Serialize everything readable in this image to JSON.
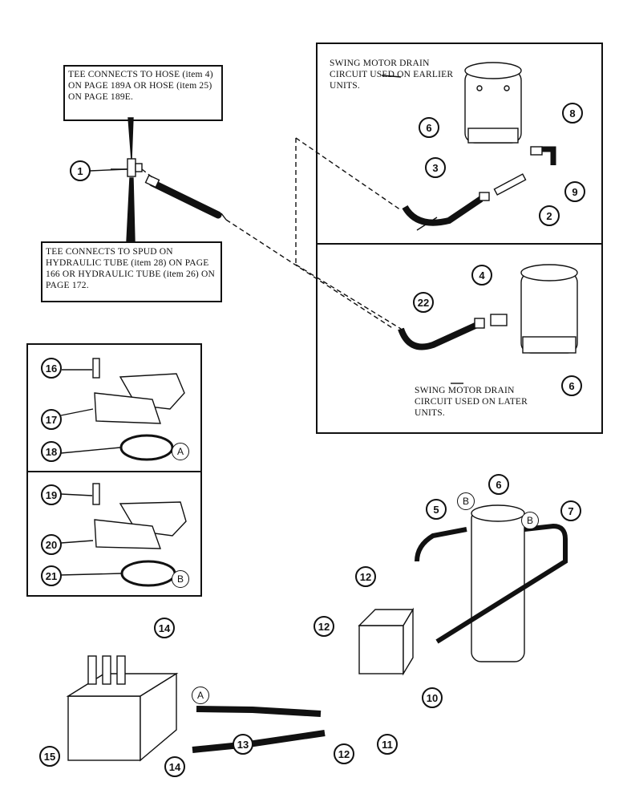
{
  "notes": {
    "tee_hose": "TEE CONNECTS TO HOSE (item 4) ON PAGE 189A OR HOSE (item 25) ON PAGE 189E.",
    "tee_spud": "TEE CONNECTS TO SPUD ON HYDRAULIC TUBE (item 28) ON PAGE 166 OR HYDRAULIC TUBE (item 26) ON PAGE 172.",
    "earlier_units": "SWING MOTOR DRAIN CIRCUIT USED ON EARLIER UNITS.",
    "later_units": "SWING MOTOR DRAIN CIRCUIT USED ON LATER UNITS."
  },
  "callouts": {
    "c1": "1",
    "c2": "2",
    "c3": "3",
    "c4": "4",
    "c5": "5",
    "c6a": "6",
    "c6b": "6",
    "c6c": "6",
    "c7": "7",
    "c8": "8",
    "c9": "9",
    "c10": "10",
    "c11": "11",
    "c12a": "12",
    "c12b": "12",
    "c12c": "12",
    "c13": "13",
    "c14a": "14",
    "c14b": "14",
    "c15": "15",
    "c16": "16",
    "c17": "17",
    "c18": "18",
    "c19": "19",
    "c20": "20",
    "c21": "21",
    "c22": "22"
  },
  "letters": {
    "boxA": "A",
    "boxB": "B",
    "portB1": "B",
    "portB2": "B",
    "valveA": "A"
  }
}
